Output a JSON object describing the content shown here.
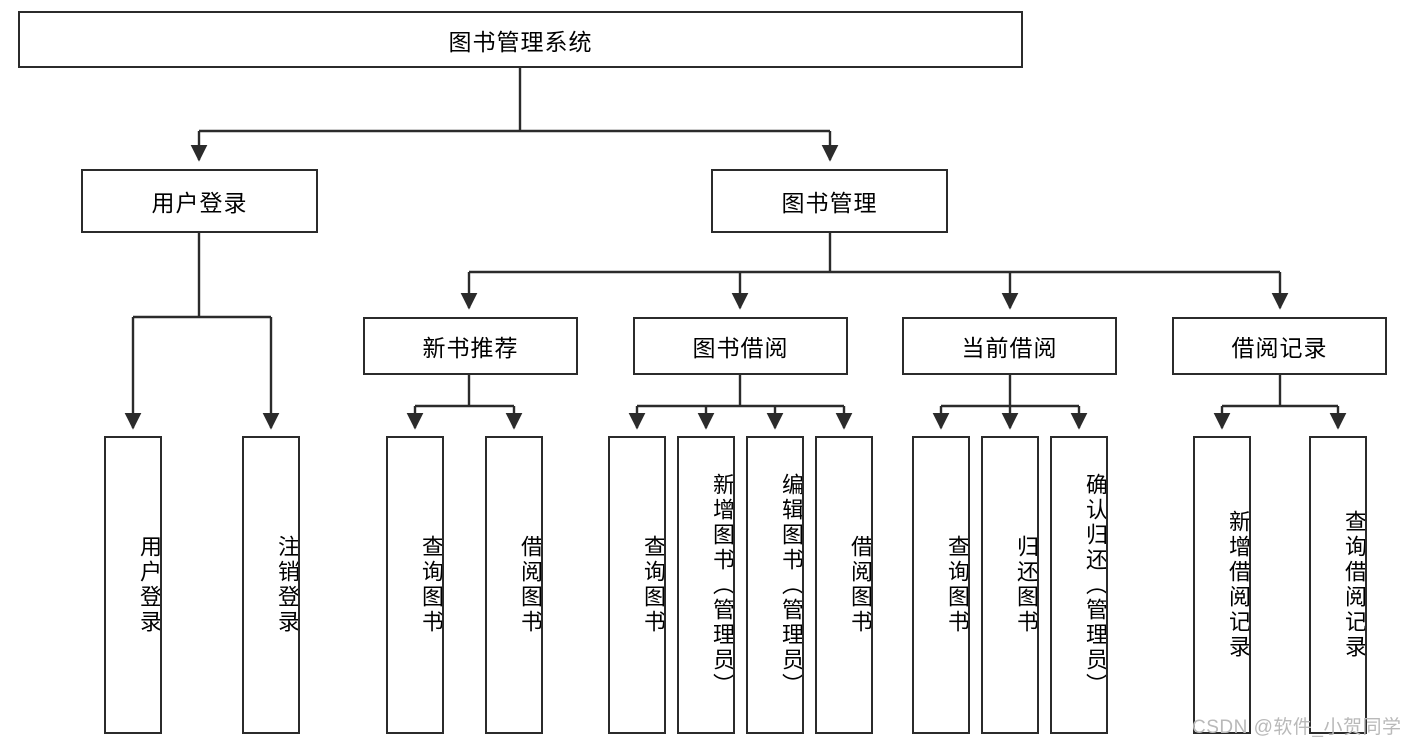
{
  "diagram": {
    "title": "图书管理系统",
    "type": "tree-hierarchy",
    "root": {
      "id": "root",
      "label": "图书管理系统"
    },
    "level2": [
      {
        "id": "user-login",
        "label": "用户登录"
      },
      {
        "id": "book-management",
        "label": "图书管理"
      }
    ],
    "level3": [
      {
        "id": "new-book-recommend",
        "label": "新书推荐",
        "parent": "book-management"
      },
      {
        "id": "book-borrow",
        "label": "图书借阅",
        "parent": "book-management"
      },
      {
        "id": "current-borrow",
        "label": "当前借阅",
        "parent": "book-management"
      },
      {
        "id": "borrow-record",
        "label": "借阅记录",
        "parent": "book-management"
      }
    ],
    "leaves": [
      {
        "id": "leaf-user-login",
        "label": "用户登录",
        "parent": "user-login"
      },
      {
        "id": "leaf-logout-login",
        "label": "注销登录",
        "parent": "user-login"
      },
      {
        "id": "leaf-query-book-1",
        "label": "查询图书",
        "parent": "new-book-recommend"
      },
      {
        "id": "leaf-borrow-book-1",
        "label": "借阅图书",
        "parent": "new-book-recommend"
      },
      {
        "id": "leaf-query-book-2",
        "label": "查询图书",
        "parent": "book-borrow"
      },
      {
        "id": "leaf-add-book",
        "label": "新增图书（管理员）",
        "parent": "book-borrow"
      },
      {
        "id": "leaf-edit-book",
        "label": "编辑图书（管理员）",
        "parent": "book-borrow"
      },
      {
        "id": "leaf-borrow-book-2",
        "label": "借阅图书",
        "parent": "book-borrow"
      },
      {
        "id": "leaf-query-book-3",
        "label": "查询图书",
        "parent": "current-borrow"
      },
      {
        "id": "leaf-return-book",
        "label": "归还图书",
        "parent": "current-borrow"
      },
      {
        "id": "leaf-confirm-return",
        "label": "确认归还（管理员）",
        "parent": "current-borrow"
      },
      {
        "id": "leaf-add-record",
        "label": "新增借阅记录",
        "parent": "borrow-record"
      },
      {
        "id": "leaf-query-record",
        "label": "查询借阅记录",
        "parent": "borrow-record"
      }
    ],
    "watermark": "CSDN @软件_小贺同学",
    "colors": {
      "stroke": "#2b2b2b",
      "fill": "#ffffff",
      "text": "#000000",
      "watermark": "#b9b9b9"
    }
  }
}
